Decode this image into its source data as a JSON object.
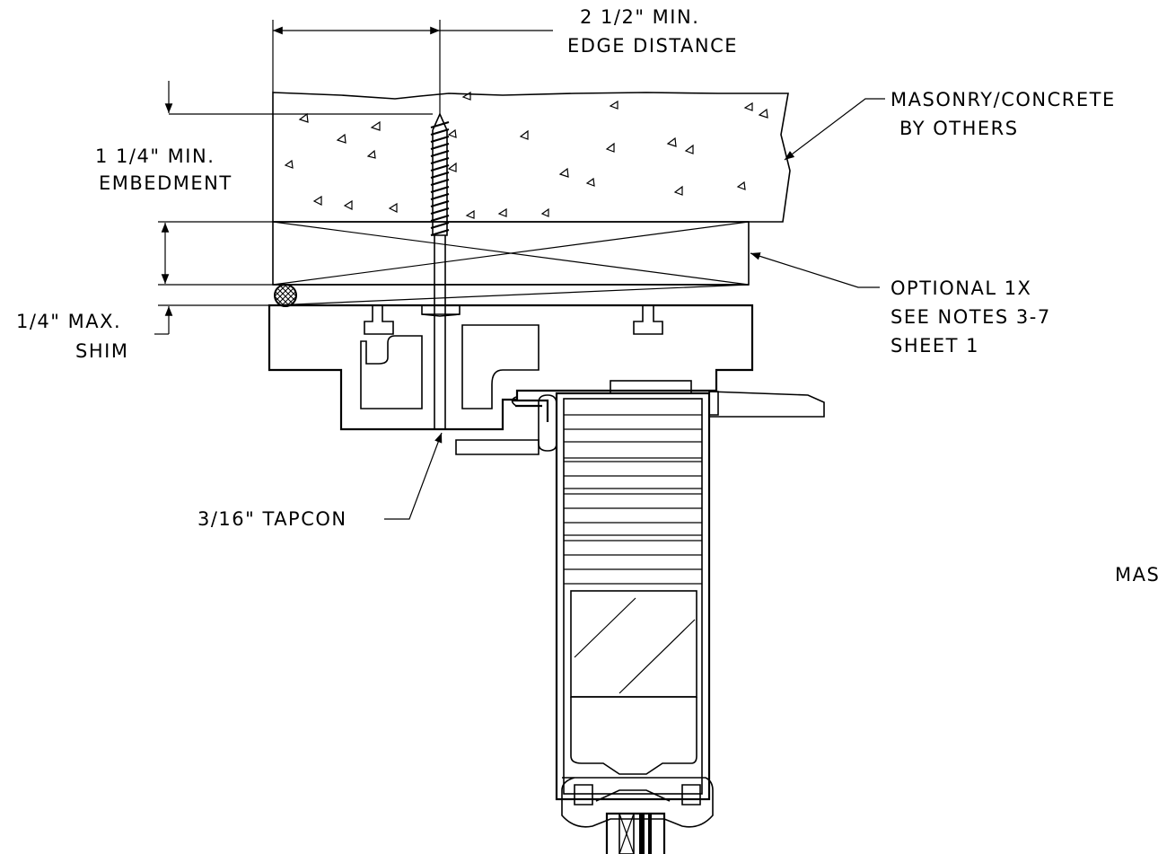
{
  "labels": {
    "edge_distance_1": "2 1/2\" MIN.",
    "edge_distance_2": "EDGE DISTANCE",
    "masonry_1": "MASONRY/CONCRETE",
    "masonry_2": "BY OTHERS",
    "embedment_1": "1 1/4\" MIN.",
    "embedment_2": "EMBEDMENT",
    "optional_1": "OPTIONAL 1X",
    "optional_2": "SEE NOTES 3-7",
    "optional_3": "SHEET 1",
    "shim_1": "1/4\" MAX.",
    "shim_2": "SHIM",
    "tapcon": "3/16\" TAPCON",
    "cut_off": "MAS"
  }
}
